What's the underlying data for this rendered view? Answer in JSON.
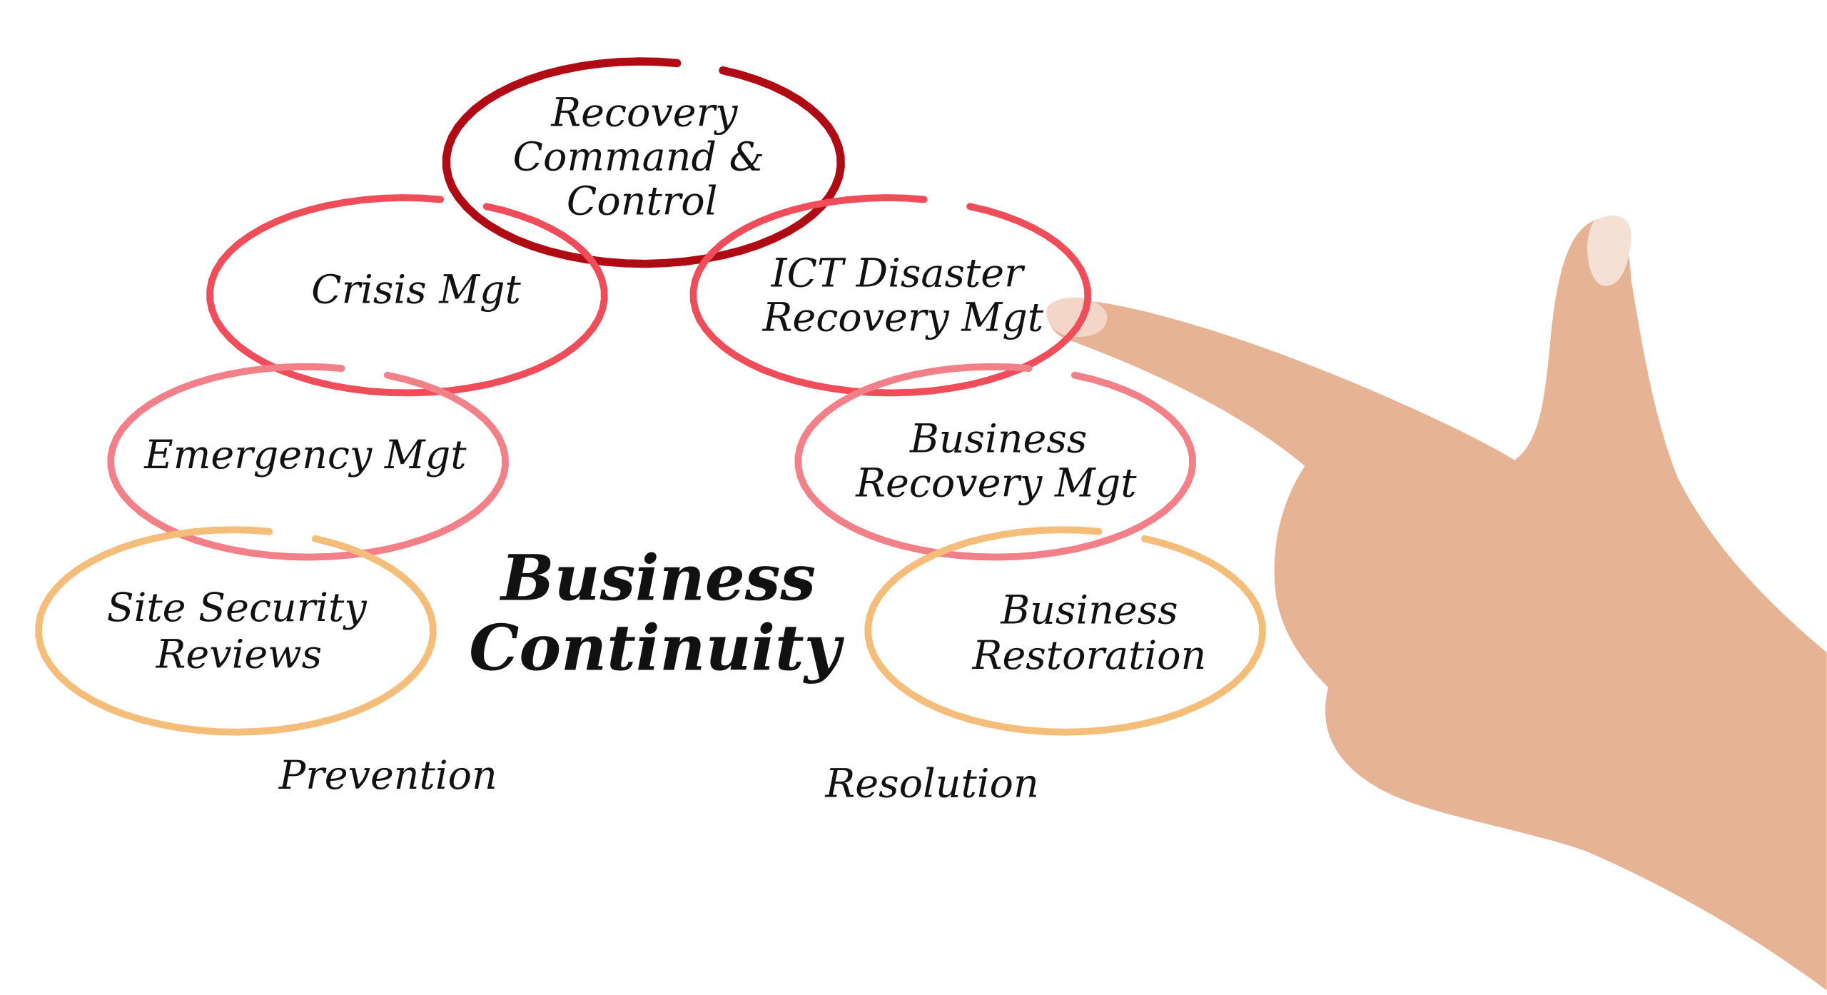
{
  "colors": {
    "top": "#b00a14",
    "upper": "#f04d5a",
    "middle": "#f28088",
    "lower": "#f5bd7a",
    "skin": "#e8b598"
  },
  "center_title": [
    "Business",
    "Continuity"
  ],
  "nodes": [
    {
      "id": "recovery-command",
      "lines": [
        "Recovery",
        "Command &",
        "Control"
      ],
      "tier": "top"
    },
    {
      "id": "crisis-mgt",
      "lines": [
        "Crisis Mgt"
      ],
      "tier": "upper"
    },
    {
      "id": "ict-disaster",
      "lines": [
        "ICT Disaster",
        "Recovery Mgt"
      ],
      "tier": "upper"
    },
    {
      "id": "emergency-mgt",
      "lines": [
        "Emergency Mgt"
      ],
      "tier": "middle"
    },
    {
      "id": "business-recovery",
      "lines": [
        "Business",
        "Recovery Mgt"
      ],
      "tier": "middle"
    },
    {
      "id": "site-security",
      "lines": [
        "Site Security",
        "Reviews"
      ],
      "tier": "lower"
    },
    {
      "id": "business-restoration",
      "lines": [
        "Business",
        "Restoration"
      ],
      "tier": "lower"
    }
  ],
  "phases": {
    "left": "Prevention",
    "right": "Resolution"
  }
}
